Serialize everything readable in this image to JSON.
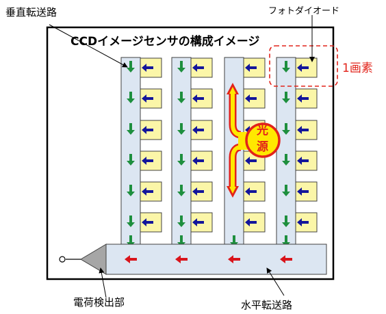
{
  "title": "CCDイメージセンサの構成イメージ",
  "labels": {
    "vertical_transfer": "垂直転送路",
    "photodiode": "フォトダイオード",
    "pixel": "1画素",
    "light_source": "光源",
    "charge_detector": "電荷検出部",
    "horizontal_transfer": "水平転送路"
  },
  "colors": {
    "photodiode_fill": "#fbf6a8",
    "transfer_fill": "#dce6f2",
    "vertical_arrow": "#1e8f3e",
    "horizontal_shift_arrow": "#13159b",
    "horizontal_register_arrow": "#d9141b",
    "light_source": "#ffe800",
    "light_source_outline": "#e2231a",
    "pixel_highlight": "#e2231a"
  },
  "grid": {
    "columns": 4,
    "rows": 6
  }
}
